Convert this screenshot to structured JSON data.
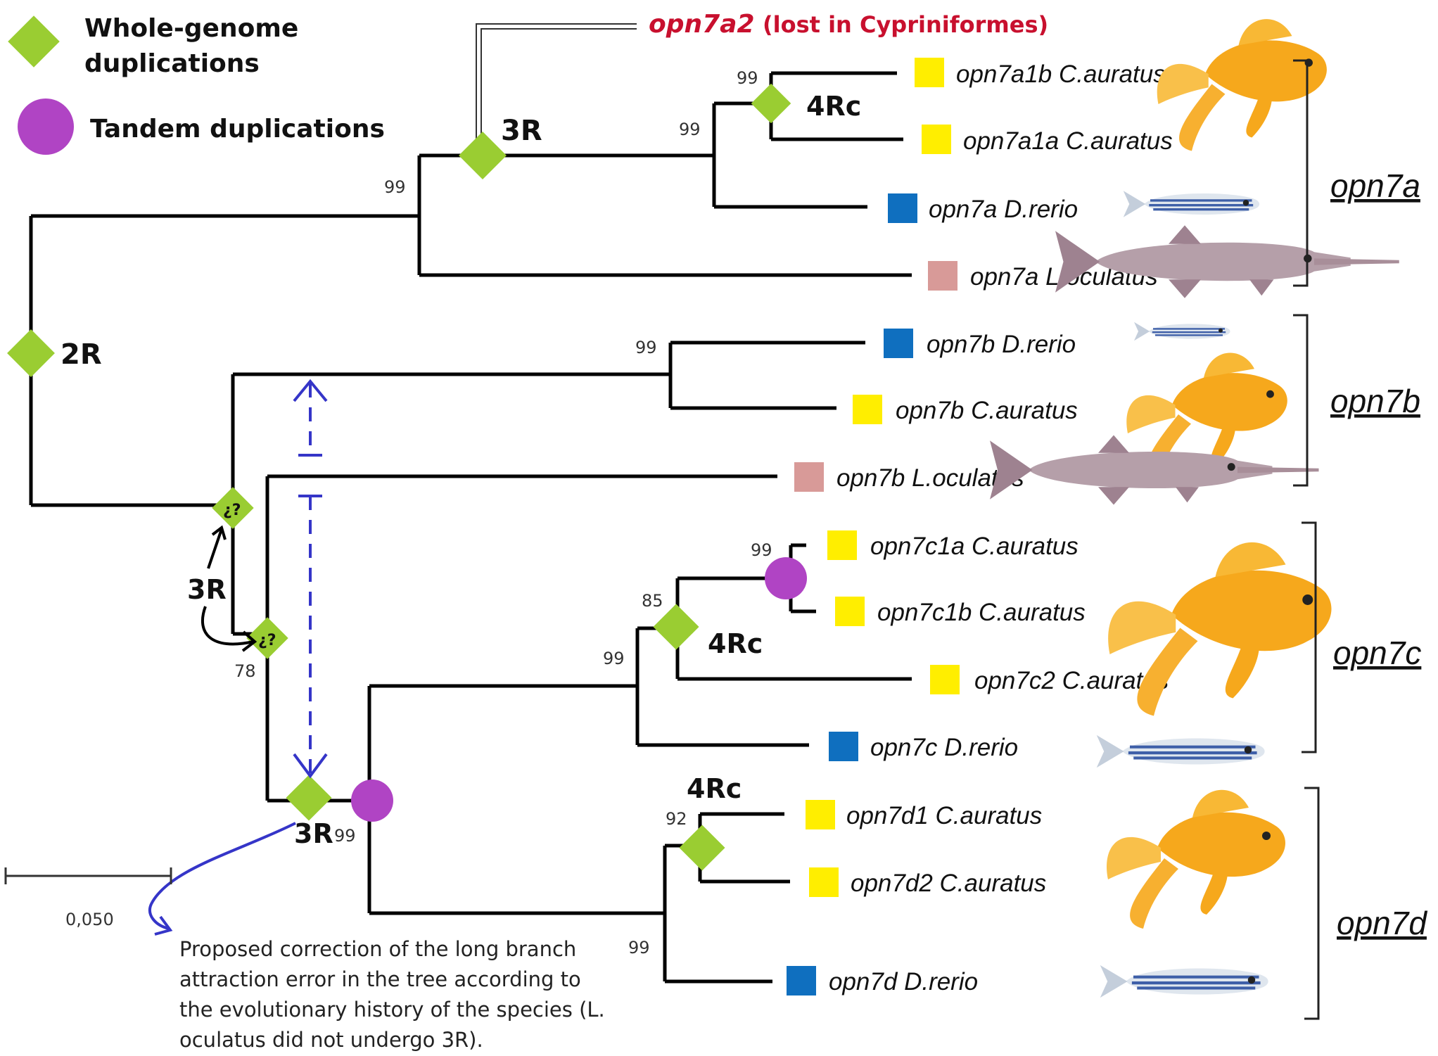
{
  "legend": {
    "wgd_label_line1": "Whole-genome",
    "wgd_label_line2": "duplications",
    "tandem_label": "Tandem duplications"
  },
  "colors": {
    "wgd": "#9acd32",
    "tandem": "#b044c4",
    "c_auratus": "#ffee00",
    "d_rerio": "#0f6fbf",
    "l_oculatus": "#d89a98",
    "lost": "#c8102e",
    "correction_arrows": "#3535c8"
  },
  "lost_gene": {
    "name": "opn7a2",
    "note": "(lost in Cypriniformes)"
  },
  "events": {
    "root_2r": "2R",
    "opn7a_3r": "3R",
    "opn7a1_4rc": "4Rc",
    "opn7c_4rc": "4Rc",
    "opn7d_4rc": "4Rc",
    "opn7cd_3r": "3R",
    "uncertain_3r": "3R",
    "uncertain_mark_1": "¿?",
    "uncertain_mark_2": "¿?"
  },
  "support": {
    "opn7a1": "99",
    "opn7a_cyp": "99",
    "opn7a": "99",
    "opn7b": "99",
    "opn7c1": "99",
    "opn7c_cyp": "85",
    "opn7c": "99",
    "opn7bcd": "78",
    "opn7cd": "99",
    "opn7d_cyp": "92",
    "opn7d": "99"
  },
  "leaves": [
    {
      "gene": "opn7a1b",
      "species": "C.auratus"
    },
    {
      "gene": "opn7a1a",
      "species": "C.auratus"
    },
    {
      "gene": "opn7a",
      "species": "D.rerio"
    },
    {
      "gene": "opn7a",
      "species": "L.oculatus"
    },
    {
      "gene": "opn7b",
      "species": "D.rerio"
    },
    {
      "gene": "opn7b",
      "species": "C.auratus"
    },
    {
      "gene": "opn7b",
      "species": "L.oculatus"
    },
    {
      "gene": "opn7c1a",
      "species": "C.auratus"
    },
    {
      "gene": "opn7c1b",
      "species": "C.auratus"
    },
    {
      "gene": "opn7c2",
      "species": "C.auratus"
    },
    {
      "gene": "opn7c",
      "species": "D.rerio"
    },
    {
      "gene": "opn7d1",
      "species": "C.auratus"
    },
    {
      "gene": "opn7d2",
      "species": "C.auratus"
    },
    {
      "gene": "opn7d",
      "species": "D.rerio"
    }
  ],
  "clades": [
    "opn7a",
    "opn7b",
    "opn7c",
    "opn7d"
  ],
  "scale_bar": "0,050",
  "note_lines": [
    "Proposed correction of the long branch",
    "attraction error in the tree according to",
    "the evolutionary history of the species (L.",
    "oculatus did not undergo 3R)."
  ],
  "fish_icons": [
    "goldfish-icon",
    "zebrafish-icon",
    "gar-icon"
  ]
}
